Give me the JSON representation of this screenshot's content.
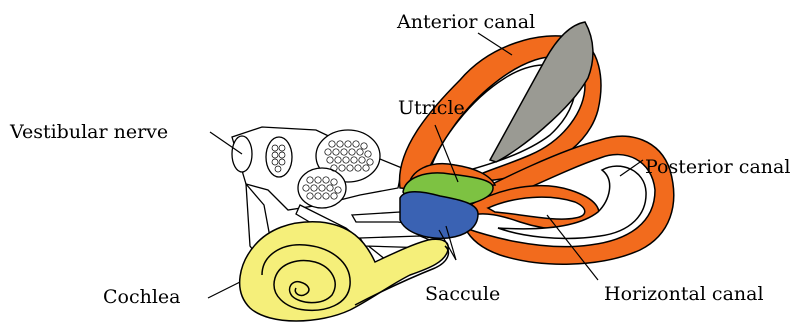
{
  "labels": {
    "anterior_canal": "Anterior canal",
    "utricle": "Utricle",
    "vestibular_nerve": "Vestibular nerve",
    "posterior_canal": "Posterior canal",
    "cochlea": "Cochlea",
    "saccule": "Saccule",
    "horizontal_canal": "Horizontal canal"
  },
  "colors": {
    "canals": "#f26b1d",
    "utricle": "#7dc242",
    "saccule": "#3a62b3",
    "cochlea": "#f5ef7a",
    "ampulla_flap": "#9a9a93",
    "outline": "#000000"
  }
}
